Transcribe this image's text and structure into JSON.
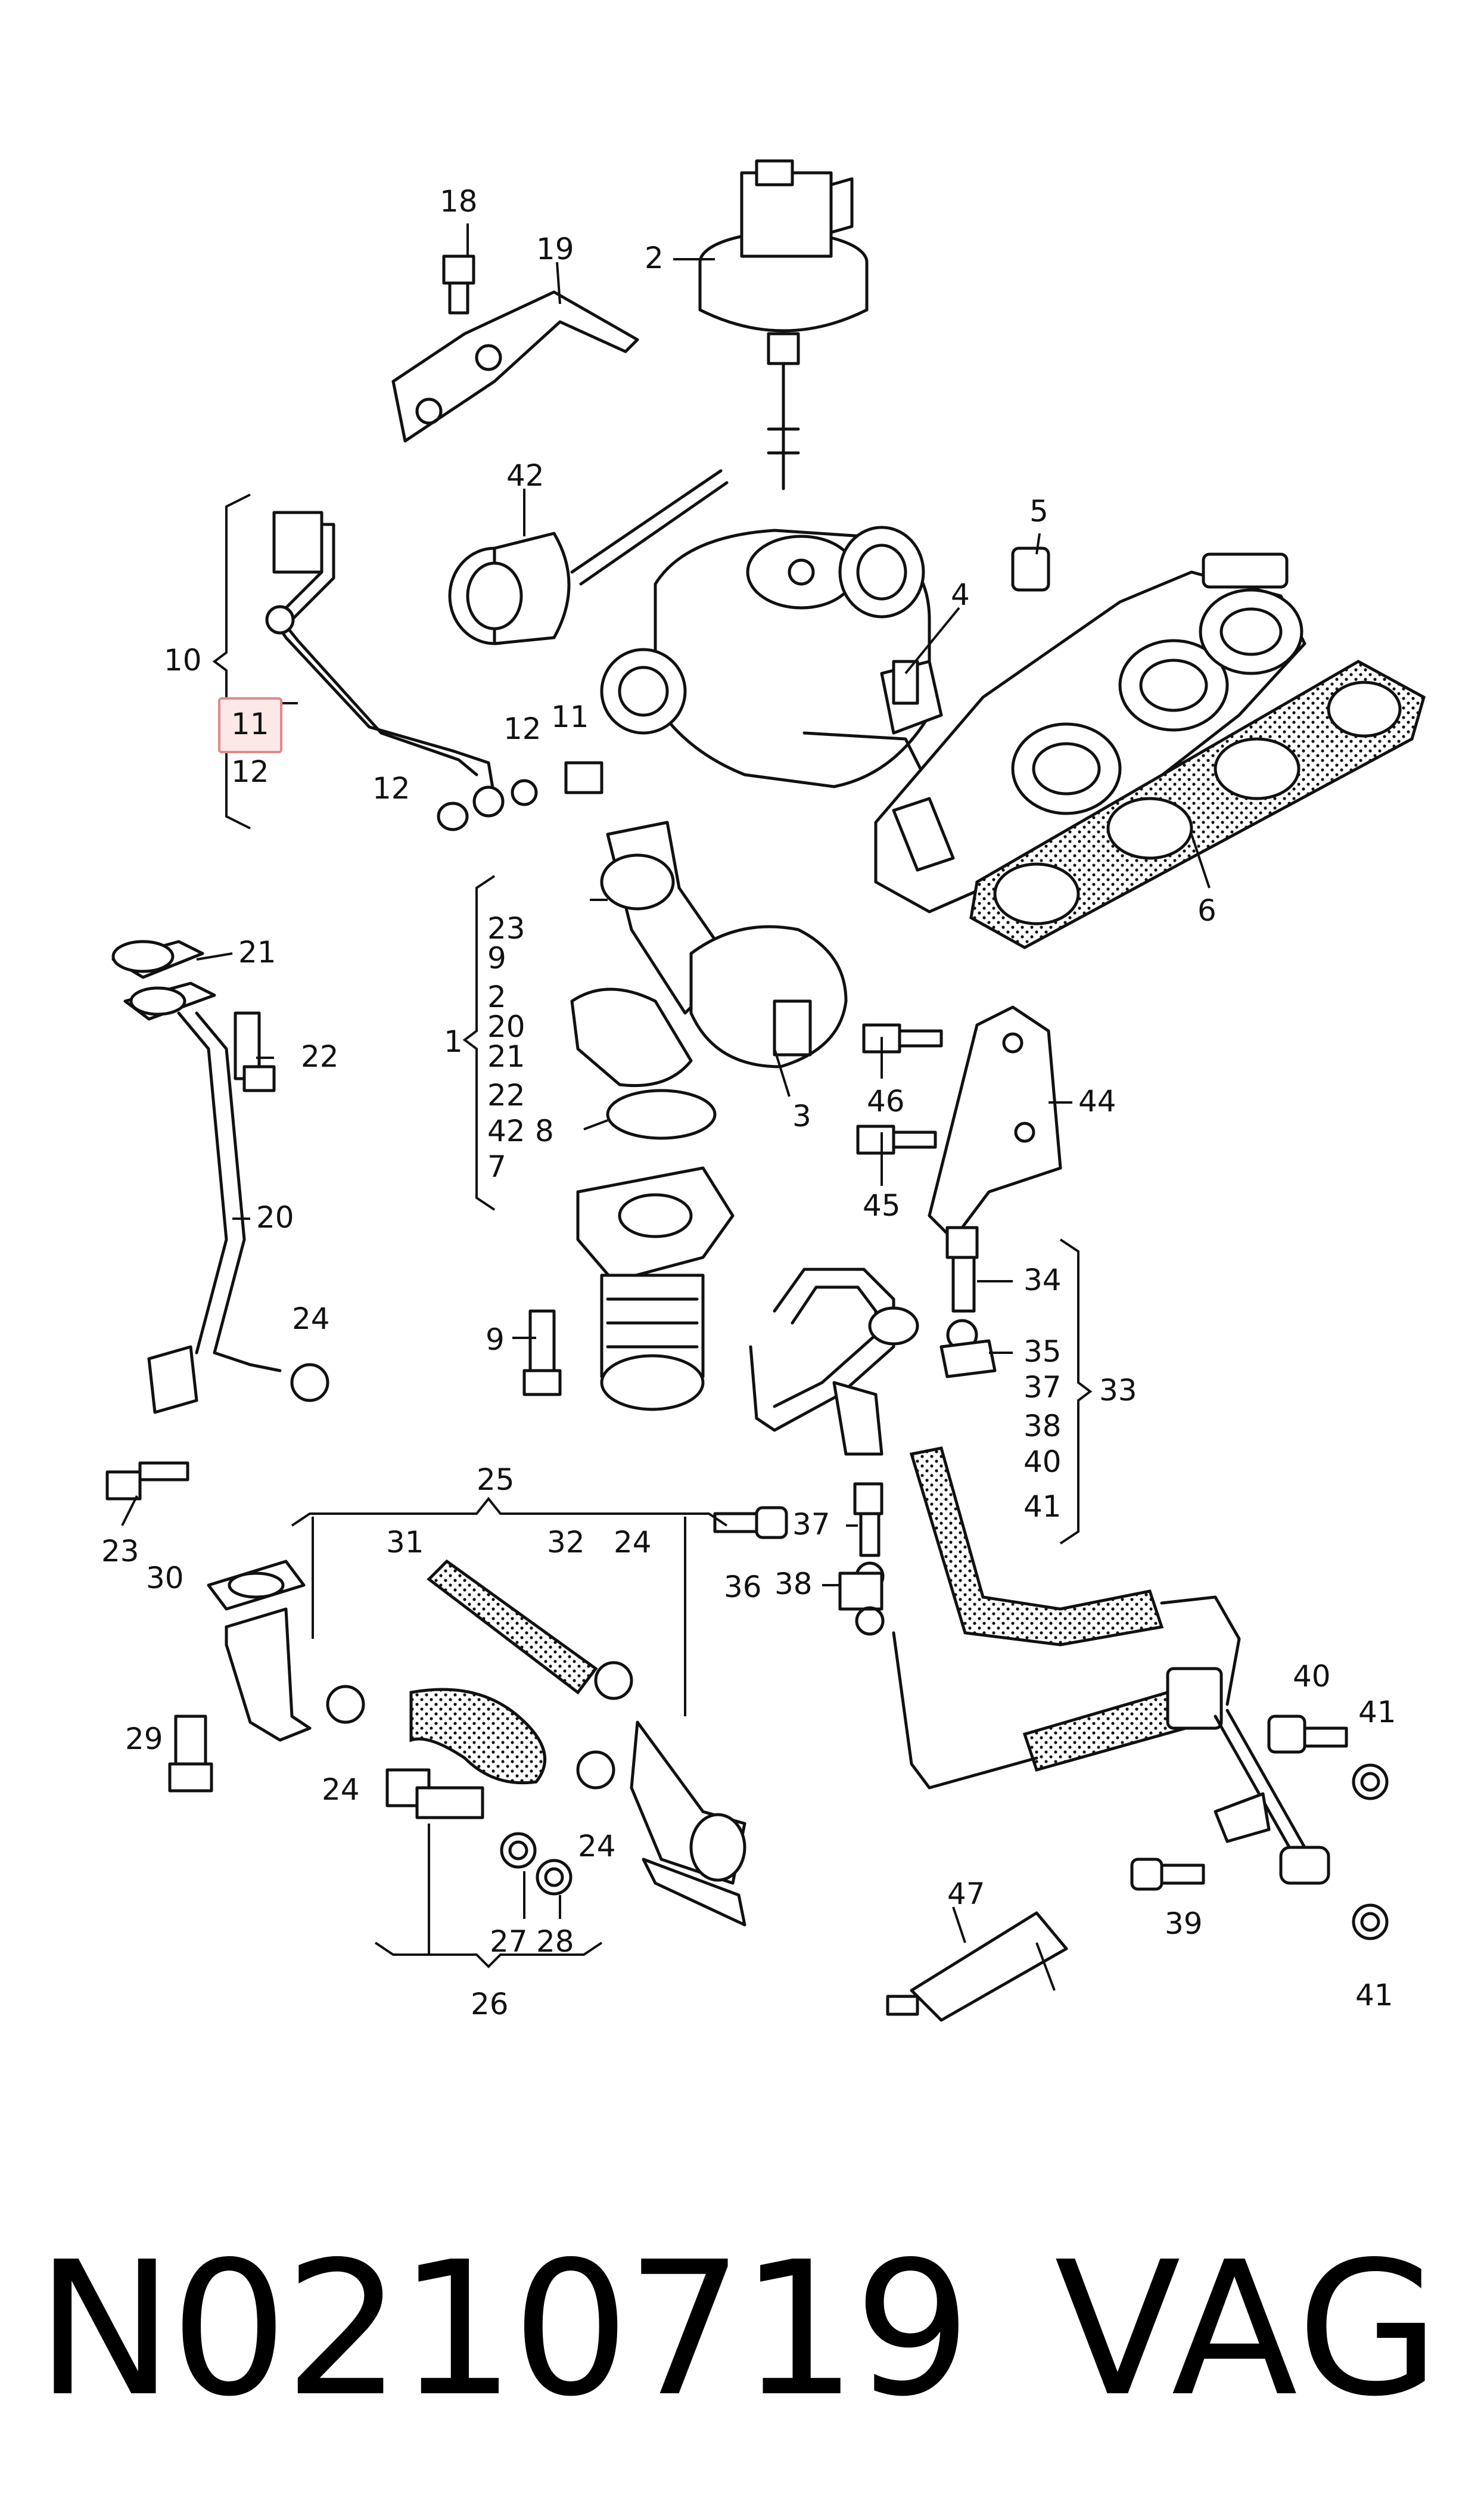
{
  "highlight": "11",
  "callouts": {
    "c1": "1",
    "c2": "2",
    "c3": "3",
    "c4": "4",
    "c5": "5",
    "c6": "6",
    "c8": "8",
    "c9": "9",
    "c10": "10",
    "c11a": "11",
    "c11b": "11",
    "c12a": "12",
    "c12b": "12",
    "c12c": "12",
    "c18": "18",
    "c19": "19",
    "c20": "20",
    "c21": "21",
    "c22": "22",
    "c23": "23",
    "c24a": "24",
    "c24b": "24",
    "c24c": "24",
    "c24d": "24",
    "c25": "25",
    "c26": "26",
    "c27": "27",
    "c28": "28",
    "c29": "29",
    "c30": "30",
    "c31": "31",
    "c32": "32",
    "c33": "33",
    "c34": "34",
    "c35": "35",
    "c36": "36",
    "c37": "37",
    "c38": "38",
    "c39": "39",
    "c40": "40",
    "c41a": "41",
    "c41b": "41",
    "c42": "42",
    "c44": "44",
    "c45": "45",
    "c46": "46",
    "c47": "47"
  },
  "group1": [
    "23",
    "9",
    "2",
    "20",
    "21",
    "22",
    "42",
    "7"
  ],
  "group33": [
    "35",
    "37",
    "38",
    "40",
    "41"
  ],
  "footer": {
    "part_number": "N0210719",
    "brand": "VAG"
  },
  "colors": {
    "ink": "#111111",
    "highlight_fill": "#fde8e8",
    "highlight_border": "#e08a8a"
  }
}
